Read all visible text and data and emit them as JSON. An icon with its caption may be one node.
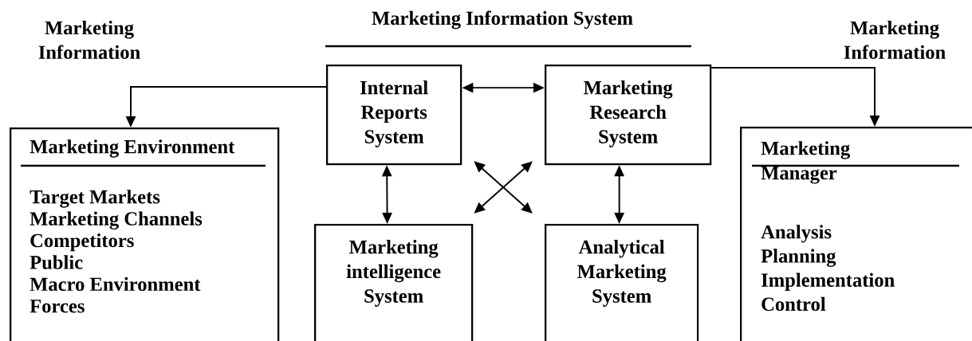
{
  "diagram": {
    "title": "Marketing Information System",
    "nodes": [
      {
        "text": [
          "Marketing Environment",
          "Target Markets",
          "Marketing Channels",
          "Competitors",
          "Public",
          "Macro Environment",
          "Forces"
        ]
      },
      {
        "text": [
          "Internal Reports System"
        ]
      },
      {
        "text": [
          "Marketing Research System"
        ]
      },
      {
        "text": [
          "Marketing intelligence System"
        ]
      },
      {
        "text": [
          "Analytical Marketing System"
        ]
      },
      {
        "text": [
          "Marketing Manager",
          "Analysis",
          "Planning",
          "Implementation",
          "Control"
        ]
      }
    ],
    "edges": [
      {
        "from": 1,
        "to": 0,
        "arrow": "to"
      },
      {
        "from": 1,
        "to": 2,
        "arrow": "both"
      },
      {
        "from": 1,
        "to": 3,
        "arrow": "both"
      },
      {
        "from": 2,
        "to": 4,
        "arrow": "both"
      },
      {
        "from": 1,
        "to": 4,
        "arrow": "both"
      },
      {
        "from": 2,
        "to": 3,
        "arrow": "both"
      },
      {
        "from": 2,
        "to": 5,
        "arrow": "to"
      }
    ],
    "labels": [
      "Marketing Information",
      "Marketing Information"
    ]
  }
}
